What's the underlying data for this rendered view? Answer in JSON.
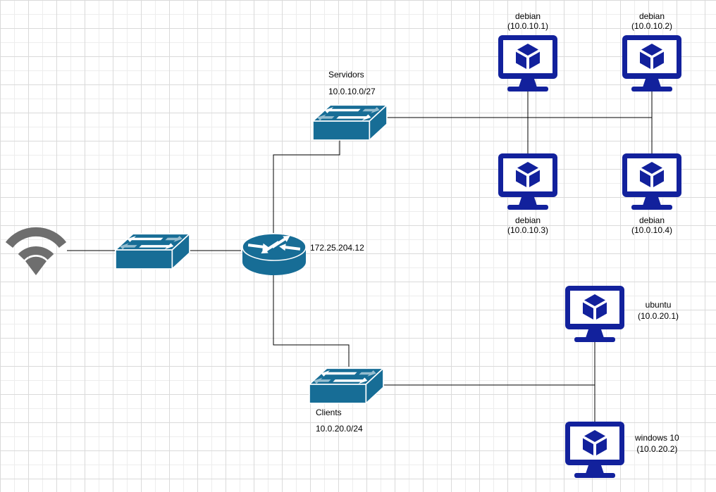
{
  "diagram_title": "network-topology",
  "colors": {
    "switch_router_fill": "#176D96",
    "host_fill": "#12219C",
    "wifi_gray": "#6E6E6E",
    "edge_line": "#000000",
    "canvas_bg": "#FFFFFF",
    "grid_minor": "#EDEDED",
    "grid_major": "#DADADA"
  },
  "nodes": {
    "internet_wifi": {
      "type": "wifi-signal"
    },
    "edge_switch": {
      "type": "switch"
    },
    "router": {
      "type": "router",
      "label": "172.25.204.12"
    },
    "servidors_switch": {
      "type": "switch",
      "name": "Servidors",
      "subnet": "10.0.10.0/27"
    },
    "clients_switch": {
      "type": "switch",
      "name": "Clients",
      "subnet": "10.0.20.0/24"
    },
    "debian1": {
      "type": "vm",
      "os": "debian",
      "ip": "(10.0.10.1)"
    },
    "debian2": {
      "type": "vm",
      "os": "debian",
      "ip": "(10.0.10.2)"
    },
    "debian3": {
      "type": "vm",
      "os": "debian",
      "ip": "(10.0.10.3)"
    },
    "debian4": {
      "type": "vm",
      "os": "debian",
      "ip": "(10.0.10.4)"
    },
    "ubuntu": {
      "type": "vm",
      "os": "ubuntu",
      "ip": "(10.0.20.1)"
    },
    "windows10": {
      "type": "vm",
      "os": "windows 10",
      "ip": "(10.0.20.2)"
    }
  },
  "connections": [
    {
      "from": "internet_wifi",
      "to": "edge_switch"
    },
    {
      "from": "edge_switch",
      "to": "router"
    },
    {
      "from": "servidors_switch",
      "to": "router"
    },
    {
      "from": "router",
      "to": "clients_switch"
    },
    {
      "from": "servidors_switch",
      "to": "servidors-lan-bus"
    },
    {
      "from": "debian1",
      "to": "debian3"
    },
    {
      "from": "debian2",
      "to": "debian4"
    },
    {
      "from": "clients_switch",
      "to": "clients-lan-bus"
    },
    {
      "from": "ubuntu",
      "to": "windows10"
    }
  ]
}
